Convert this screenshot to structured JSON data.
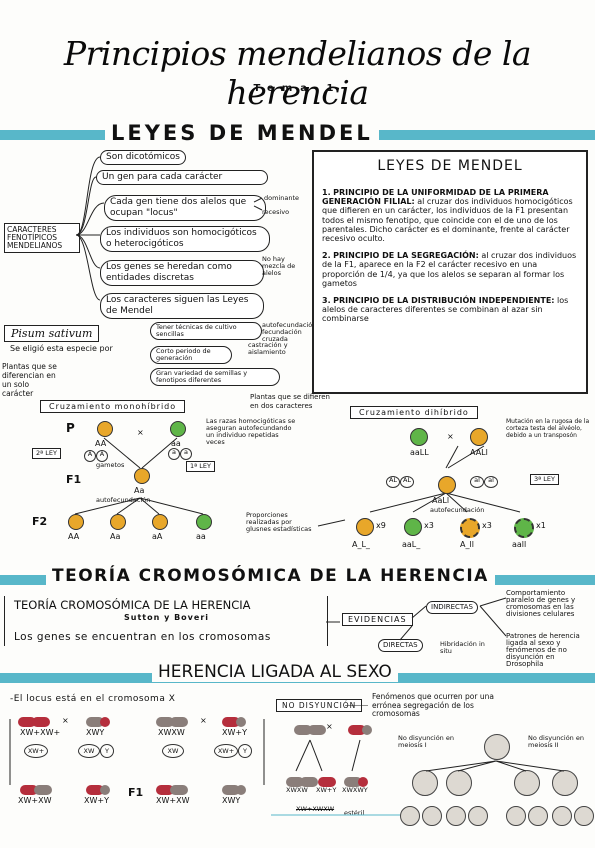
{
  "title": "Principios mendelianos de la herencia",
  "subtitle": "Tema 1",
  "sec1": {
    "heading": "LEYES DE MENDEL",
    "root_box": "CARACTERES FENOTÍPICOS MENDELIANOS",
    "pills": [
      "Son dicotómicos",
      "Un gen para cada carácter",
      "Cada gen tiene dos alelos que ocupan \"locus\"",
      "Los individuos son homocigóticos o heterocigóticos",
      "Los genes se heredan como entidades discretas",
      "Los caracteres siguen las Leyes de Mendel"
    ],
    "notes": [
      "dominante",
      "recesivo",
      "No hay mezcla de alelos"
    ],
    "pisum": "Pisum sativum",
    "pisum_note": "Se eligió esta especie por",
    "reasons": [
      "Tener técnicas de cultivo sencillas",
      "Corto periodo de generación",
      "Gran variedad de semillas y fenotipos diferentes"
    ],
    "reason_notes": [
      "autofecundación fecundación cruzada",
      "castración y aislamiento"
    ],
    "plants_note": "Plantas que se diferencian en un solo carácter",
    "plants_note2": "Plantas que se difieren en dos caracteres"
  },
  "laws_box": {
    "heading": "LEYES DE MENDEL",
    "laws": [
      {
        "num": "1.",
        "title": "PRINCIPIO DE LA UNIFORMIDAD DE LA PRIMERA GENERACIÓN FILIAL:",
        "text": "al cruzar dos individuos homocigóticos que difieren en un carácter, los individuos de la F1 presentan todos el mismo fenotipo, que coincide con el de uno de los parentales. Dicho carácter es el dominante, frente al carácter recesivo oculto."
      },
      {
        "num": "2.",
        "title": "PRINCIPIO DE LA SEGREGACIÓN:",
        "text": "al cruzar dos individuos de la F1, aparece en la F2 el carácter recesivo en una proporción de 1/4, ya que los alelos se separan al formar los gametos"
      },
      {
        "num": "3.",
        "title": "PRINCIPIO DE LA DISTRIBUCIÓN INDEPENDIENTE:",
        "text": "los alelos de caracteres diferentes se combinan al azar sin combinarse"
      }
    ]
  },
  "mono": {
    "label": "Cruzamiento monohíbrido",
    "P": "P",
    "F1": "F1",
    "F2": "F2",
    "parents": [
      "AA",
      "aa"
    ],
    "gametes": "gametos",
    "g": [
      "A",
      "A",
      "a",
      "a"
    ],
    "f1": "Aa",
    "f2": [
      "AA",
      "Aa",
      "aA",
      "aa"
    ],
    "law1": "1ª LEY",
    "law2": "2ª LEY",
    "autof": "autofecundación",
    "races_note": "Las razas homocigóticas se aseguran autofecundando un individuo repetidas veces",
    "prop_note": "Proporciones realizadas por glusnes estadísticas"
  },
  "di": {
    "label": "Cruzamiento dihíbrido",
    "parents": [
      "aaLL",
      "AALl"
    ],
    "g": [
      "AL",
      "AL",
      "al",
      "al"
    ],
    "f1": "AaLl",
    "law3": "3ª LEY",
    "mut_note": "Mutación en la rugosa de la corteza testa del alvéolo, debido a un transposón",
    "results": [
      {
        "label": "A_L_",
        "count": "x9"
      },
      {
        "label": "aaL_",
        "count": "x3"
      },
      {
        "label": "A_ll",
        "count": "x3"
      },
      {
        "label": "aall",
        "count": "x1"
      }
    ],
    "autof": "autofecundación"
  },
  "sec2": {
    "heading": "TEORÍA CROMOSÓMICA DE LA HERENCIA",
    "box_title": "TEORÍA CROMOSÓMICA DE LA HERENCIA",
    "authors": "Sutton y Boveri",
    "statement": "Los genes se encuentran en los cromosomas",
    "evidencias": "EVIDENCIAS",
    "indirectas": "INDIRECTAS",
    "directas": "DIRECTAS",
    "ind_note": "Comportamiento paralelo de genes y cromosomas en las divisiones celulares",
    "hib": "Hibridación in situ",
    "patrones": "Patrones de herencia ligada al sexo y fenómenos de no disyunción en Drosophila"
  },
  "sec3": {
    "heading": "HERENCIA LIGADA AL SEXO",
    "locus_note": "-El locus está en el cromosoma X",
    "no_disy": "NO DISYUNCIÓN",
    "nd_note": "Fenómenos que ocurren por una errónea segregación de los cromosomas",
    "nd1": "No disyunción en meiosis I",
    "nd2": "No disyunción en meiosis II",
    "F1": "F1",
    "genos_top": [
      "XW+XW+",
      "XWY",
      "XWXW",
      "XW+Y"
    ],
    "genos_bot": [
      "XW+XW",
      "XW+Y",
      "XW+XW",
      "XWY"
    ],
    "gam_top": [
      "XW+",
      "XW",
      "Y",
      "XW",
      "XW+",
      "Y"
    ],
    "nd_genos": [
      "XWXW",
      "XW+Y",
      "XWXWY",
      "XW+XWXW"
    ],
    "esteril": "estéril"
  }
}
